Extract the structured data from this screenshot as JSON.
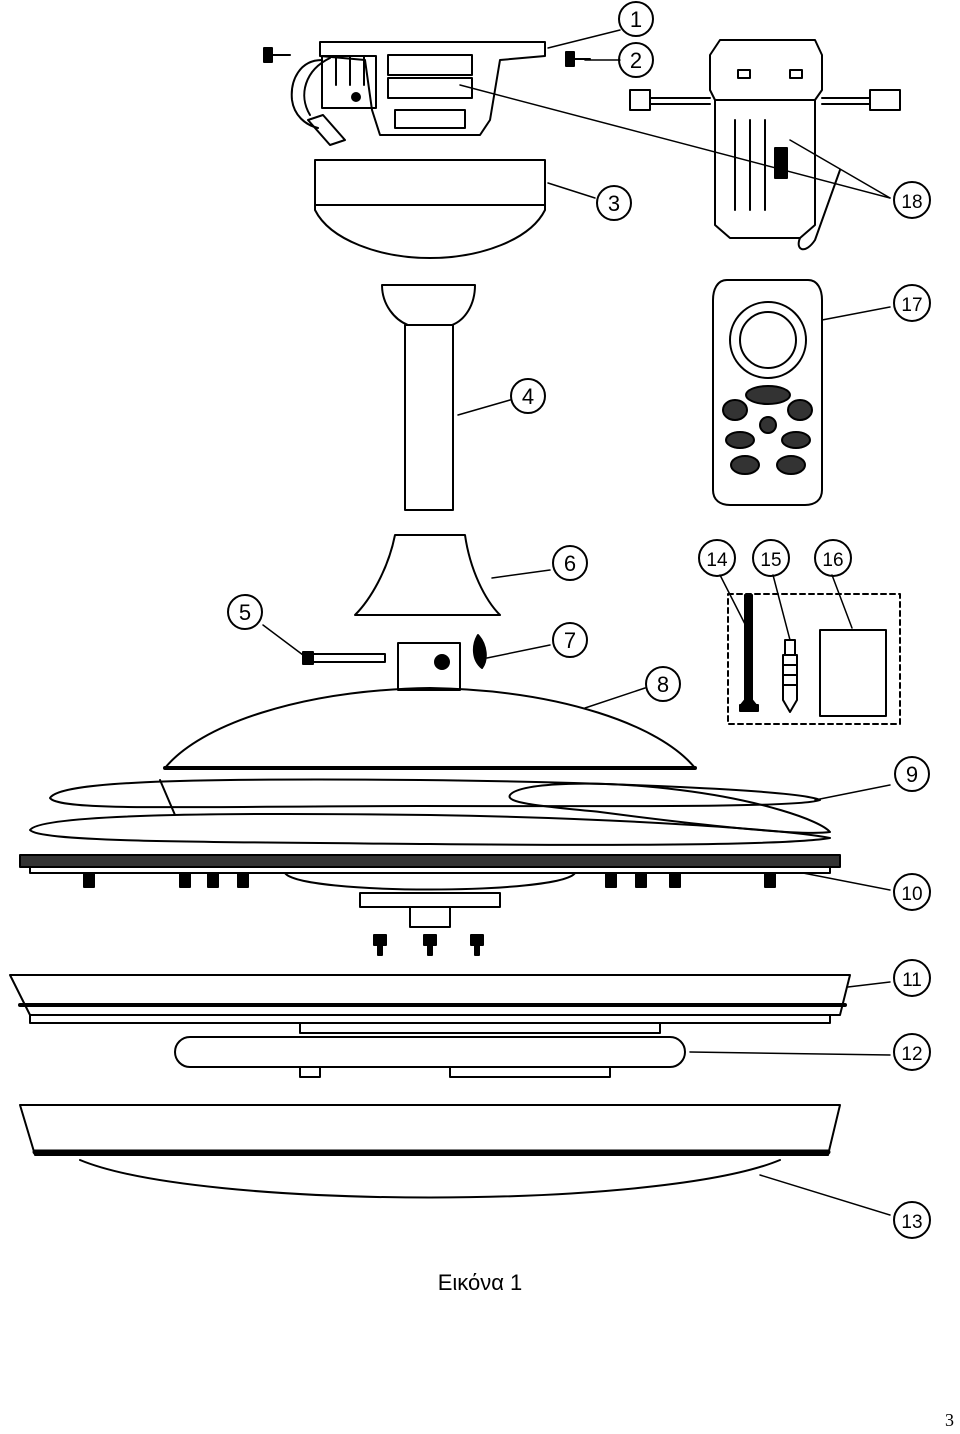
{
  "figure": {
    "caption": "Εικόνα 1",
    "page_number": "3"
  },
  "callouts": [
    {
      "id": "1",
      "part": "mounting-bracket"
    },
    {
      "id": "2",
      "part": "bracket-screw"
    },
    {
      "id": "3",
      "part": "canopy"
    },
    {
      "id": "4",
      "part": "downrod"
    },
    {
      "id": "5",
      "part": "downrod-pin"
    },
    {
      "id": "6",
      "part": "canopy-cover"
    },
    {
      "id": "7",
      "part": "clip"
    },
    {
      "id": "8",
      "part": "motor-housing"
    },
    {
      "id": "9",
      "part": "blades"
    },
    {
      "id": "10",
      "part": "blade-plate"
    },
    {
      "id": "11",
      "part": "light-ring"
    },
    {
      "id": "12",
      "part": "led-module"
    },
    {
      "id": "13",
      "part": "glass-cover"
    },
    {
      "id": "14",
      "part": "wood-screw"
    },
    {
      "id": "15",
      "part": "wall-plug"
    },
    {
      "id": "16",
      "part": "manual"
    },
    {
      "id": "17",
      "part": "remote-control"
    },
    {
      "id": "18",
      "part": "receiver"
    }
  ]
}
